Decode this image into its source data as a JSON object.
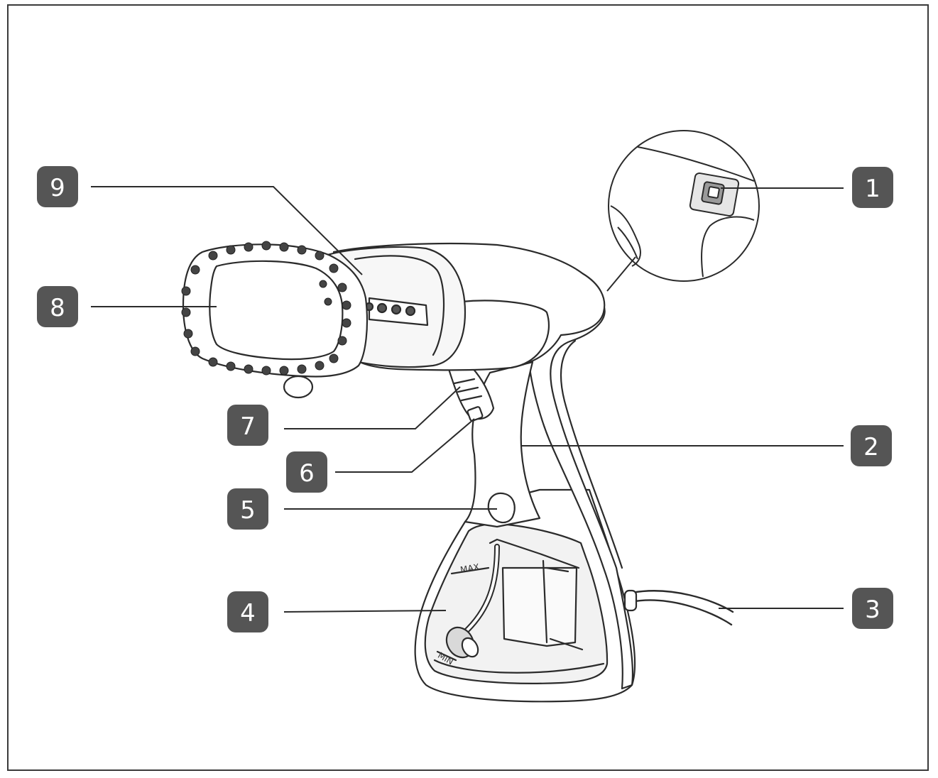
{
  "callouts": [
    {
      "number": "1"
    },
    {
      "number": "2"
    },
    {
      "number": "3"
    },
    {
      "number": "4"
    },
    {
      "number": "5"
    },
    {
      "number": "6"
    },
    {
      "number": "7"
    },
    {
      "number": "8"
    },
    {
      "number": "9"
    }
  ],
  "tank_markings": {
    "max": "MAX",
    "min": "MIN"
  },
  "colors": {
    "badge": "#555555",
    "line": "#2b2b2b",
    "frame": "#3a3a3a",
    "body_fill": "#ffffff",
    "tank_fill": "#f2f2f2"
  }
}
